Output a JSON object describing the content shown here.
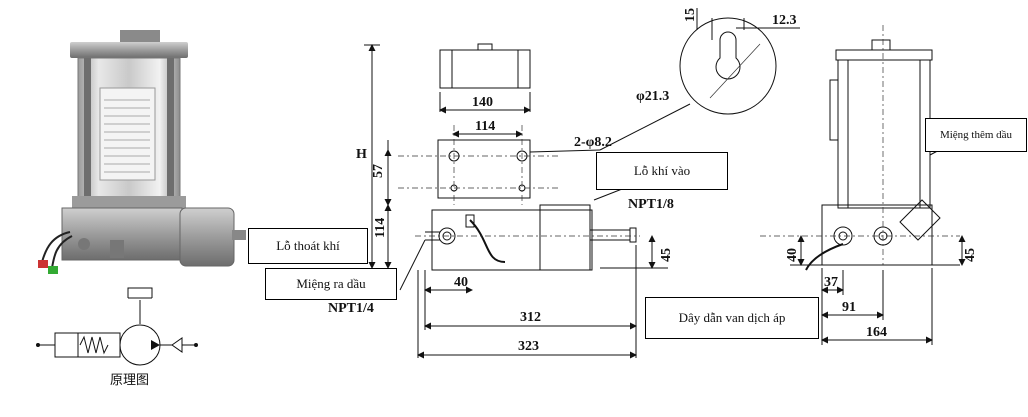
{
  "callouts": {
    "exhaust": "Lỗ thoát khí",
    "oil_outlet": "Miệng ra dầu",
    "air_inlet": "Lỗ khí vào",
    "wire": "Dây dẫn van dịch áp",
    "oil_fill": "Miệng thêm dầu"
  },
  "schematic_caption": "原理图",
  "dimensions": {
    "d15": "15",
    "d12_3": "12.3",
    "phi21_3": "φ21.3",
    "d140": "140",
    "d114_top": "114",
    "hole": "2-φ8.2",
    "H": "H",
    "d57": "57",
    "d114_side": "114",
    "npt18": "NPT1/8",
    "d45_mid": "45",
    "d40_mid": "40",
    "npt14": "NPT1/4",
    "d312": "312",
    "d323": "323",
    "d40_right": "40",
    "d37": "37",
    "d91": "91",
    "d164": "164",
    "d45_right": "45"
  }
}
